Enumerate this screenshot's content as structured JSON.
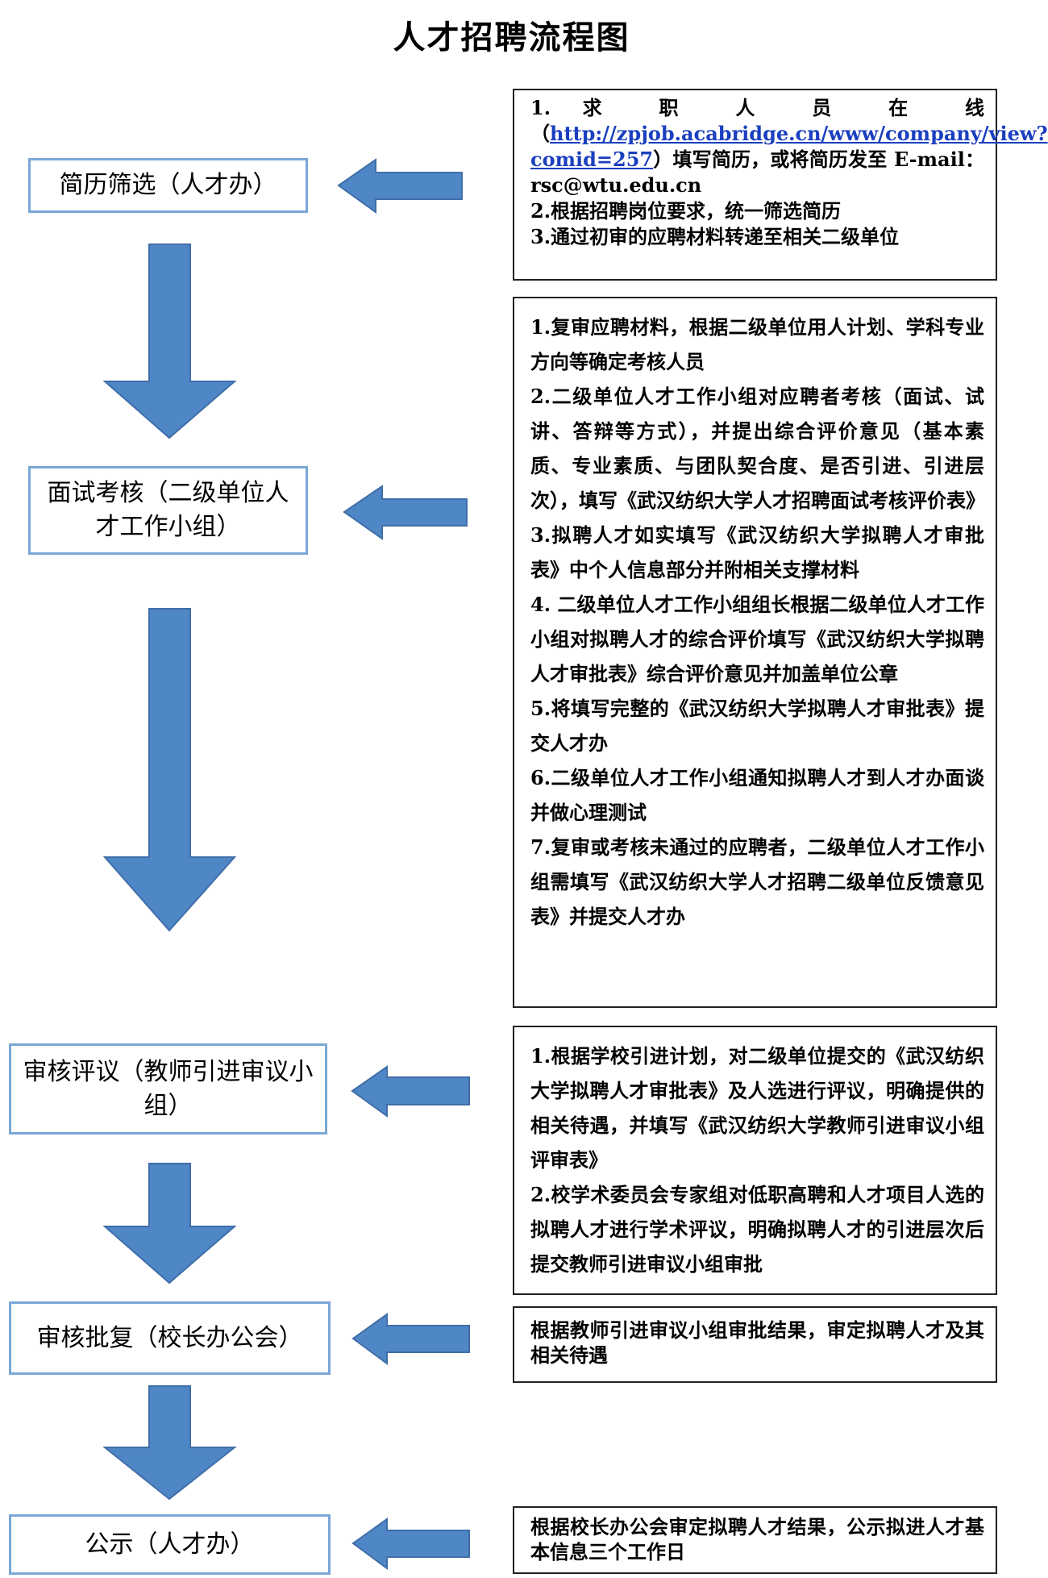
{
  "title": "人才招聘流程图",
  "steps": [
    {
      "label": "简历筛选（人才办）"
    },
    {
      "label": "面试考核（二级单位人才工作小组）"
    },
    {
      "label": "审核评议（教师引进审议小组）"
    },
    {
      "label": "审核批复（校长办公会）"
    },
    {
      "label": "公示（人才办）"
    }
  ],
  "descriptions": {
    "d1": {
      "item1_prefix": "1. 求 职 人 员 在 线（",
      "item1_url": "http://zpjob.acabridge.cn/www/company/view?comid=257",
      "item1_suffix": "）填写简历，或将简历发至 E-mail：rsc@wtu.edu.cn",
      "item2": "2.根据招聘岗位要求，统一筛选简历",
      "item3": "3.通过初审的应聘材料转递至相关二级单位"
    },
    "d2": [
      "1.复审应聘材料，根据二级单位用人计划、学科专业方向等确定考核人员",
      "2.二级单位人才工作小组对应聘者考核（面试、试讲、答辩等方式），并提出综合评价意见（基本素质、专业素质、与团队契合度、是否引进、引进层次），填写《武汉纺织大学人才招聘面试考核评价表》",
      "3.拟聘人才如实填写《武汉纺织大学拟聘人才审批表》中个人信息部分并附相关支撑材料",
      "4. 二级单位人才工作小组组长根据二级单位人才工作小组对拟聘人才的综合评价填写《武汉纺织大学拟聘人才审批表》综合评价意见并加盖单位公章",
      "5.将填写完整的《武汉纺织大学拟聘人才审批表》提交人才办",
      "6.二级单位人才工作小组通知拟聘人才到人才办面谈并做心理测试",
      "7.复审或考核未通过的应聘者，二级单位人才工作小组需填写《武汉纺织大学人才招聘二级单位反馈意见表》并提交人才办"
    ],
    "d3": [
      "1.根据学校引进计划，对二级单位提交的《武汉纺织大学拟聘人才审批表》及人选进行评议，明确提供的相关待遇，并填写《武汉纺织大学教师引进审议小组评审表》",
      "2.校学术委员会专家组对低职高聘和人才项目人选的拟聘人才进行学术评议，明确拟聘人才的引进层次后提交教师引进审议小组审批"
    ],
    "d4": "根据教师引进审议小组审批结果，审定拟聘人才及其相关待遇",
    "d5": "根据校长办公会审定拟聘人才结果，公示拟进人才基本信息三个工作日"
  },
  "colors": {
    "arrow_fill": "#4f86c6",
    "arrow_stroke": "#3f6ea8",
    "step_border": "#7aa7d6"
  }
}
